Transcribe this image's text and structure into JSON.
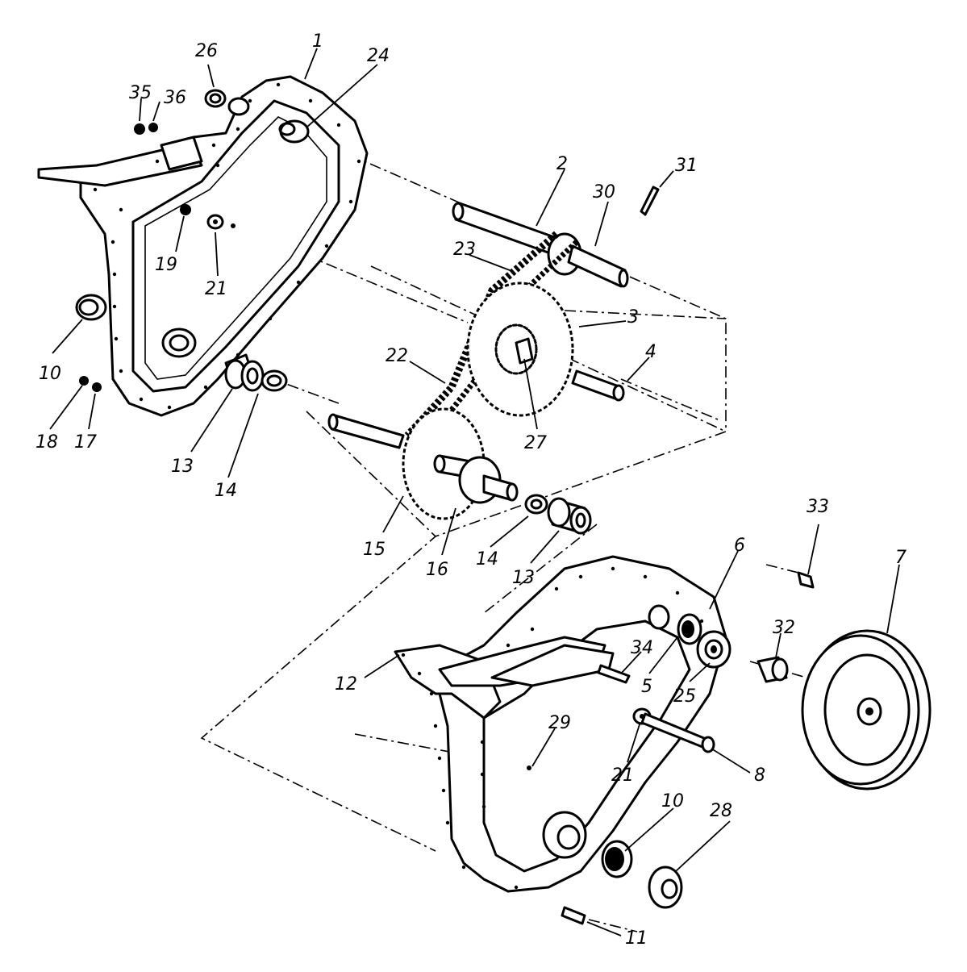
{
  "labels": {
    "p1": "1",
    "p2": "2",
    "p3": "3",
    "p4": "4",
    "p5": "5",
    "p6": "6",
    "p7": "7",
    "p8": "8",
    "p10a": "10",
    "p10b": "10",
    "p11": "11",
    "p12": "12",
    "p13a": "13",
    "p13b": "13",
    "p14a": "14",
    "p14b": "14",
    "p15": "15",
    "p16": "16",
    "p17": "17",
    "p18": "18",
    "p19": "19",
    "p21a": "21",
    "p21b": "21",
    "p22": "22",
    "p23": "23",
    "p24": "24",
    "p25": "25",
    "p26": "26",
    "p27": "27",
    "p28": "28",
    "p29": "29",
    "p30": "30",
    "p31": "31",
    "p32": "32",
    "p33": "33",
    "p34": "34",
    "p35": "35",
    "p36": "36"
  }
}
